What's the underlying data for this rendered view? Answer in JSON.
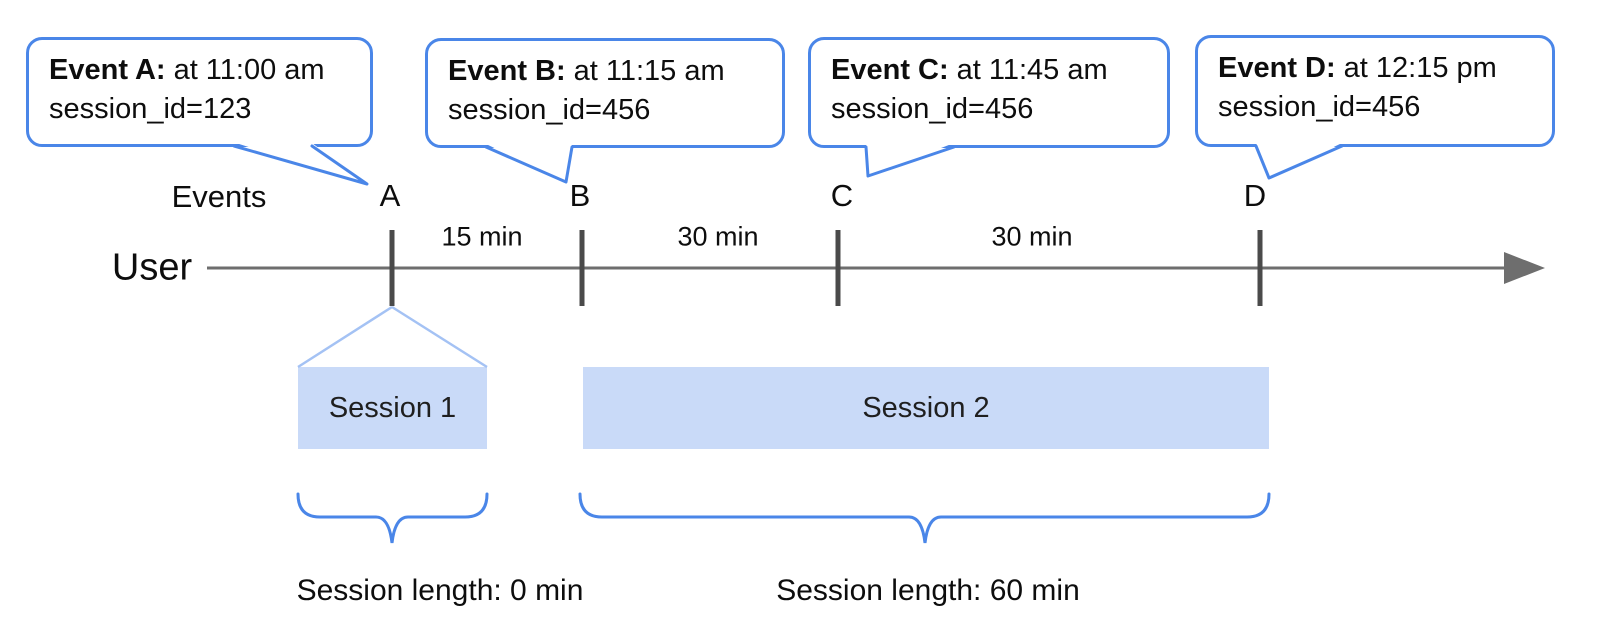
{
  "colors": {
    "accent_blue": "#4a86e8",
    "connector_blue": "#a4c2f4",
    "session_fill": "#c9daf8",
    "axis_gray": "#6e6e6e",
    "tick_gray": "#4a4a4a"
  },
  "callouts": [
    {
      "event": "A",
      "title": "Event A:",
      "time_text": "at 11:00 am",
      "session_text": "session_id=123"
    },
    {
      "event": "B",
      "title": "Event B:",
      "time_text": "at 11:15 am",
      "session_text": "session_id=456"
    },
    {
      "event": "C",
      "title": "Event C:",
      "time_text": "at 11:45 am",
      "session_text": "session_id=456"
    },
    {
      "event": "D",
      "title": "Event D:",
      "time_text": "at 12:15 pm",
      "session_text": "session_id=456"
    }
  ],
  "timeline": {
    "events_label": "Events",
    "user_label": "User",
    "markers": [
      "A",
      "B",
      "C",
      "D"
    ],
    "intervals": [
      "15 min",
      "30 min",
      "30 min"
    ]
  },
  "sessions": [
    {
      "label": "Session 1",
      "length_label": "Session length: 0 min"
    },
    {
      "label": "Session 2",
      "length_label": "Session length: 60 min"
    }
  ]
}
